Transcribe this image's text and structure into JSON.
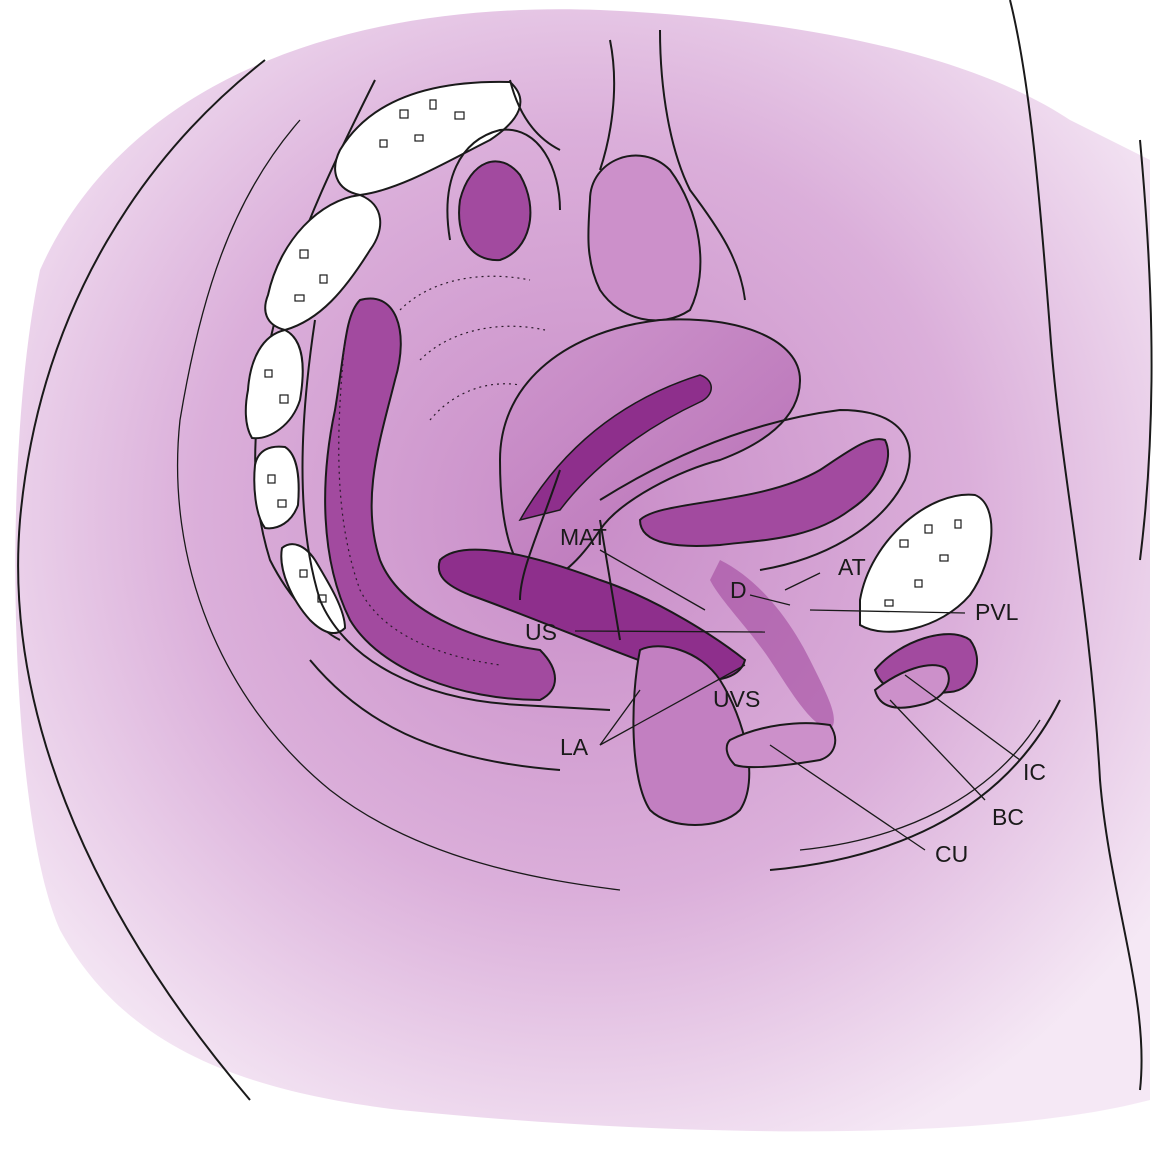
{
  "colors": {
    "background": "#ffffff",
    "body_tint": "#e6c8e6",
    "tissue": "#c98cc8",
    "deep_tissue": "#a24a9f",
    "lumen": "#8e2f8c",
    "bone": "#ffffff",
    "ink": "#1a1a1a"
  },
  "labels": {
    "mat": "MAT",
    "at": "AT",
    "d": "D",
    "pvl": "PVL",
    "us": "US",
    "uvs": "UVS",
    "la": "LA",
    "ic": "IC",
    "bc": "BC",
    "cu": "CU"
  }
}
